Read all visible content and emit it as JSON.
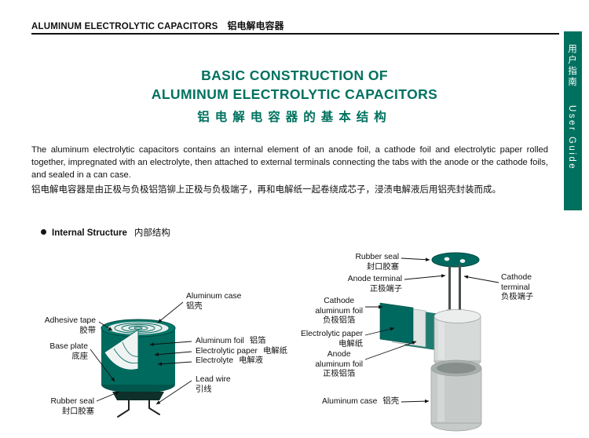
{
  "header": {
    "title_en": "ALUMINUM ELECTROLYTIC CAPACITORS",
    "title_zh": "铝电解电容器"
  },
  "sidebar": {
    "label_zh": "用户指南",
    "label_en": "User Guide"
  },
  "title": {
    "line1": "BASIC CONSTRUCTION OF",
    "line2": "ALUMINUM ELECTROLYTIC CAPACITORS",
    "line3": "铝电解电容器的基本结构"
  },
  "intro": {
    "paragraph_en": "The aluminum electrolytic capacitors contains an internal element of an anode foil, a cathode foil and electrolytic paper rolled together, impregnated with an electrolyte, then attached to external terminals connecting the tabs with the anode or the cathode foils, and sealed in a can case.",
    "paragraph_zh": "铝电解电容器是由正极与负极铝箔铆上正极与负极端子，再和电解纸一起卷绕成芯子，浸渍电解液后用铝壳封装而成。"
  },
  "section": {
    "title_en": "Internal Structure",
    "title_zh": "内部结构"
  },
  "diagram_left": {
    "labels": {
      "aluminum_case": {
        "en": "Aluminum case",
        "zh": "铝壳"
      },
      "adhesive_tape": {
        "en": "Adhesive tape",
        "zh": "胶带"
      },
      "base_plate": {
        "en": "Base plate",
        "zh": "底座"
      },
      "aluminum_foil": {
        "en": "Aluminum foil",
        "zh": "铝箔"
      },
      "electrolytic_paper": {
        "en": "Electrolytic paper",
        "zh": "电解纸"
      },
      "electrolyte": {
        "en": "Electrolyte",
        "zh": "电解液"
      },
      "lead_wire": {
        "en": "Lead wire",
        "zh": "引线"
      },
      "rubber_seal": {
        "en": "Rubber seal",
        "zh": "封口胶塞"
      }
    }
  },
  "diagram_right": {
    "labels": {
      "rubber_seal": {
        "en": "Rubber seal",
        "zh": "封口胶塞"
      },
      "anode_terminal": {
        "en": "Anode terminal",
        "zh": "正极端子"
      },
      "cathode_terminal": {
        "en1": "Cathode",
        "en2": "terminal",
        "zh": "负极端子"
      },
      "cathode_aluminum_foil": {
        "en1": "Cathode",
        "en2": "aluminum foil",
        "zh": "负极铝箔"
      },
      "electrolytic_paper": {
        "en": "Electrolytic paper",
        "zh": "电解纸"
      },
      "anode_aluminum_foil": {
        "en1": "Anode",
        "en2": "aluminum foil",
        "zh": "正极铝箔"
      },
      "aluminum_case": {
        "en": "Aluminum case",
        "zh": "铝壳"
      }
    }
  },
  "colors": {
    "accent": "#00715f",
    "accent_dark": "#004a42",
    "diagram_teal": "#00695f",
    "case_gray": "#c6cbca"
  }
}
